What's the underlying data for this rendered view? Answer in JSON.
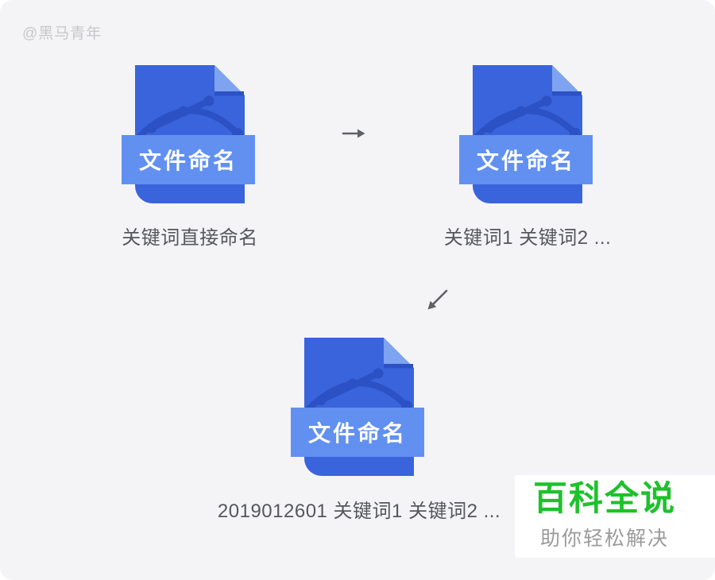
{
  "watermark": "@黑马青年",
  "icons": [
    {
      "banner_label": "文件命名",
      "caption": "关键词直接命名"
    },
    {
      "banner_label": "文件命名",
      "caption": "关键词1 关键词2 ..."
    },
    {
      "banner_label": "文件命名",
      "caption": "2019012601 关键词1 关键词2 ..."
    }
  ],
  "arrows": [
    {
      "name": "arrow-right",
      "direction": "right"
    },
    {
      "name": "arrow-down-left",
      "direction": "down-left"
    }
  ],
  "logo": {
    "title": "百科全说",
    "subtitle": "助你轻松解决"
  },
  "colors": {
    "background": "#f4f4f6",
    "document_blue": "#3a64db",
    "fold_light_blue": "#7ea3f0",
    "banner_blue": "#6190f0",
    "accent_dark_blue": "#2b51c5",
    "caption_gray": "#55575c",
    "arrow_gray": "#5f6165",
    "logo_green": "#1ec12b",
    "logo_subtitle_gray": "#9b9b9b",
    "watermark_gray": "#c7c7cb"
  }
}
